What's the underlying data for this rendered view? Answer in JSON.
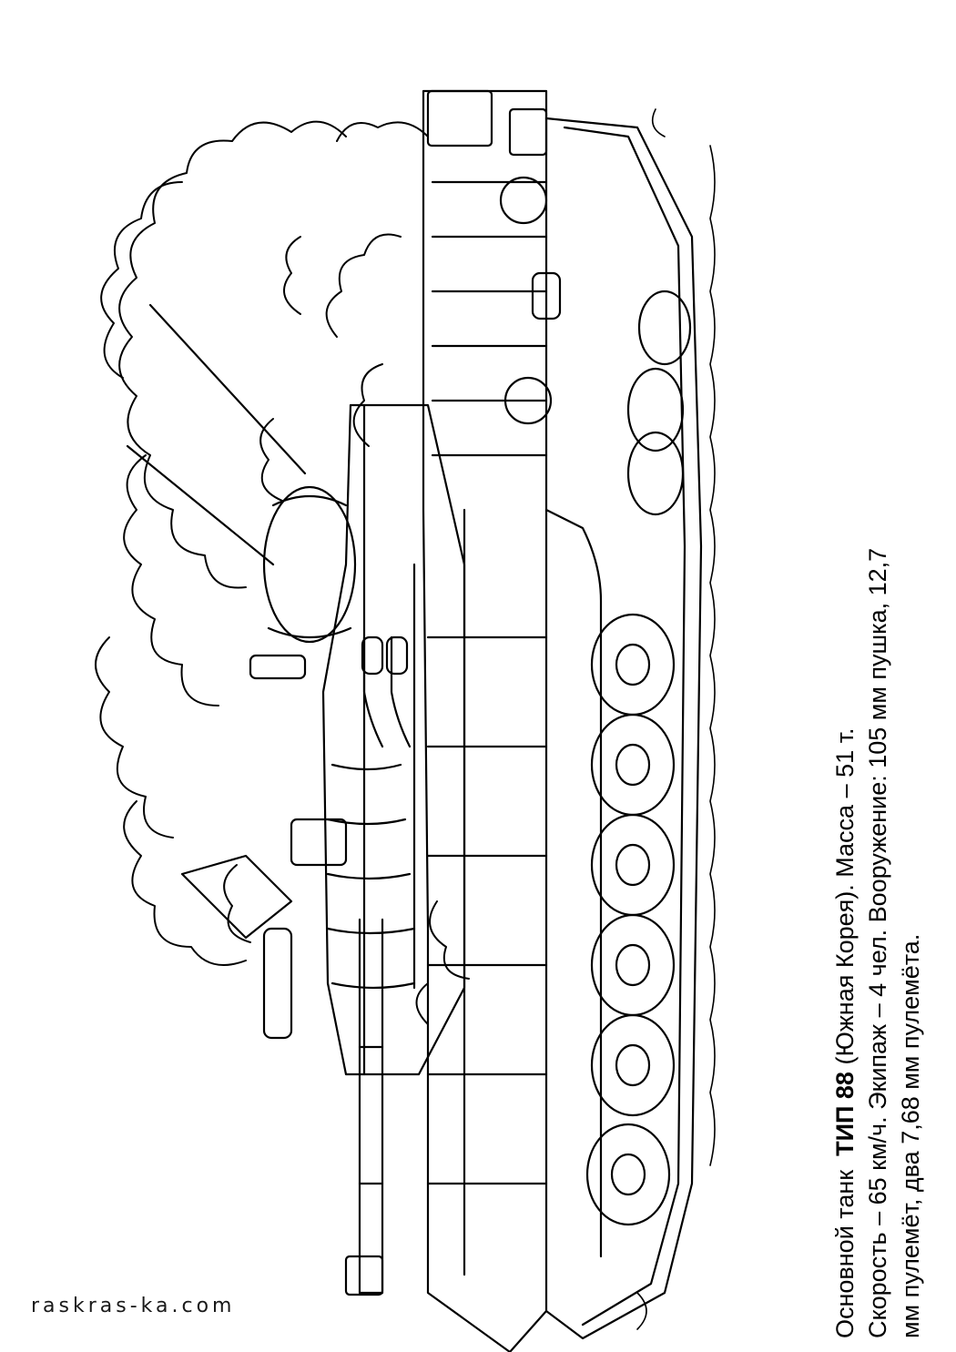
{
  "caption": {
    "line1_prefix": "Основной танк",
    "tank_name": "ТИП 88",
    "line1_suffix": "(Южная Корея). Масса – 51 т.",
    "line2": "Скорость – 65 км/ч. Экипаж – 4 чел. Вооружение: 105 мм пушка, 12,7",
    "line3": "мм пулемёт, два 7,68 мм пулемёта."
  },
  "watermark": "raskras-ka.com",
  "colors": {
    "ink": "#000000",
    "paper": "#ffffff"
  },
  "illustration": {
    "subject_icon": "tank-line-drawing-icon"
  }
}
